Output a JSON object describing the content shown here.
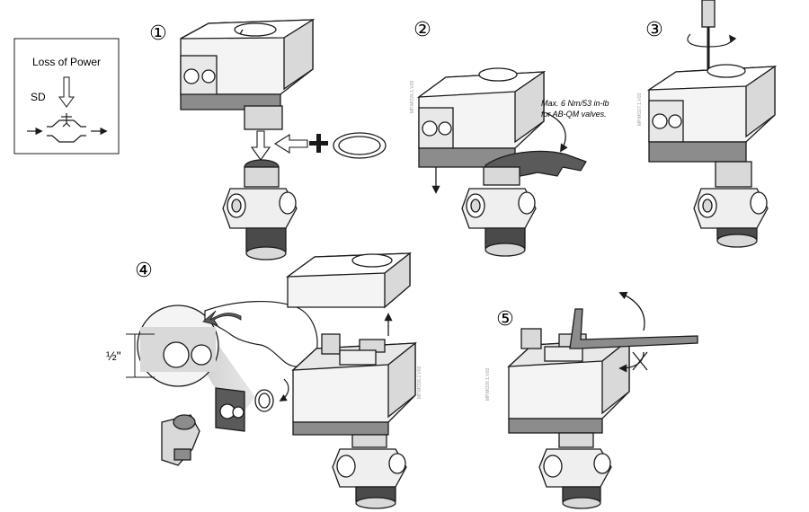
{
  "legend": {
    "title": "Loss of Power",
    "code": "SD"
  },
  "steps": [
    {
      "number": "①"
    },
    {
      "number": "②"
    },
    {
      "number": "③"
    },
    {
      "number": "④"
    },
    {
      "number": "⑤"
    }
  ],
  "step2": {
    "torque_line1": "Max. 6 Nm/53 in-lb",
    "torque_line2": "for AB-QM valves."
  },
  "step4": {
    "dimension": "½\""
  },
  "doc_codes": {
    "step2": "MP.MO26.1.V03",
    "step3": "MP.MO27.1.V03",
    "step4": "MP.MO28.2.V03",
    "step5": "MP.MO26.1.V03"
  },
  "colors": {
    "line": "#1a1a1a",
    "body_light": "#f4f4f4",
    "body_mid": "#d9d9d9",
    "body_dark": "#8c8c8c",
    "callout_grey": "#bdbdbd",
    "code_grey": "#9a9a9a"
  }
}
